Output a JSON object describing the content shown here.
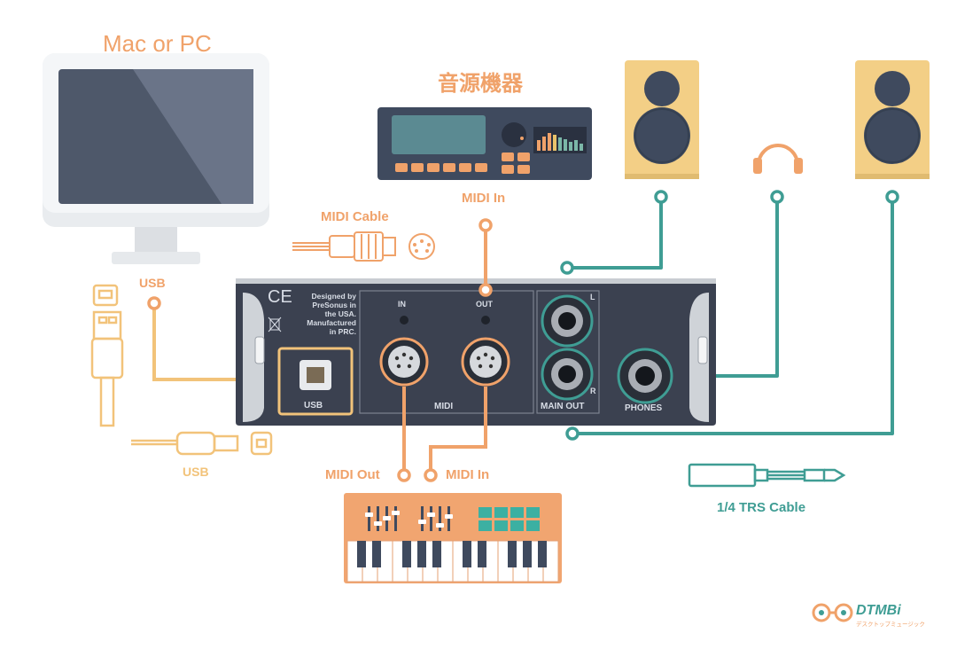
{
  "labels": {
    "computer": "Mac or PC",
    "sound_module": "音源機器",
    "midi_in_top": "MIDI In",
    "midi_cable": "MIDI Cable",
    "usb_top": "USB",
    "usb_bottom": "USB",
    "midi_out_bottom": "MIDI Out",
    "midi_in_bottom": "MIDI In",
    "trs_cable": "1/4 TRS Cable"
  },
  "device": {
    "ce": "CE",
    "designed_lines": [
      "Designed by",
      "PreSonus in",
      "the USA.",
      "Manufactured",
      "in PRC."
    ],
    "midi_in": "IN",
    "midi_out": "OUT",
    "midi": "MIDI",
    "usb": "USB",
    "main_out": "MAIN OUT",
    "phones": "PHONES",
    "l": "L",
    "r": "R"
  },
  "logo": {
    "name": "DTMBi",
    "tagline": "デスクトップミュージック"
  },
  "colors": {
    "orange": "#f0a26a",
    "teal": "#3f9d94",
    "usb_cable": "#f2c37a",
    "device": "#3b4150",
    "screen": "#5b6578",
    "speaker": "#f3cf86",
    "keyboard": "#f1a570"
  },
  "icons": [
    "computer-icon",
    "sound-module-icon",
    "speaker-left-icon",
    "speaker-right-icon",
    "headphones-icon",
    "midi-cable-icon",
    "midi-din-plug-icon",
    "usb-a-plug-icon",
    "usb-b-plug-icon",
    "trs-cable-icon",
    "midi-keyboard-icon",
    "logo-icon"
  ]
}
